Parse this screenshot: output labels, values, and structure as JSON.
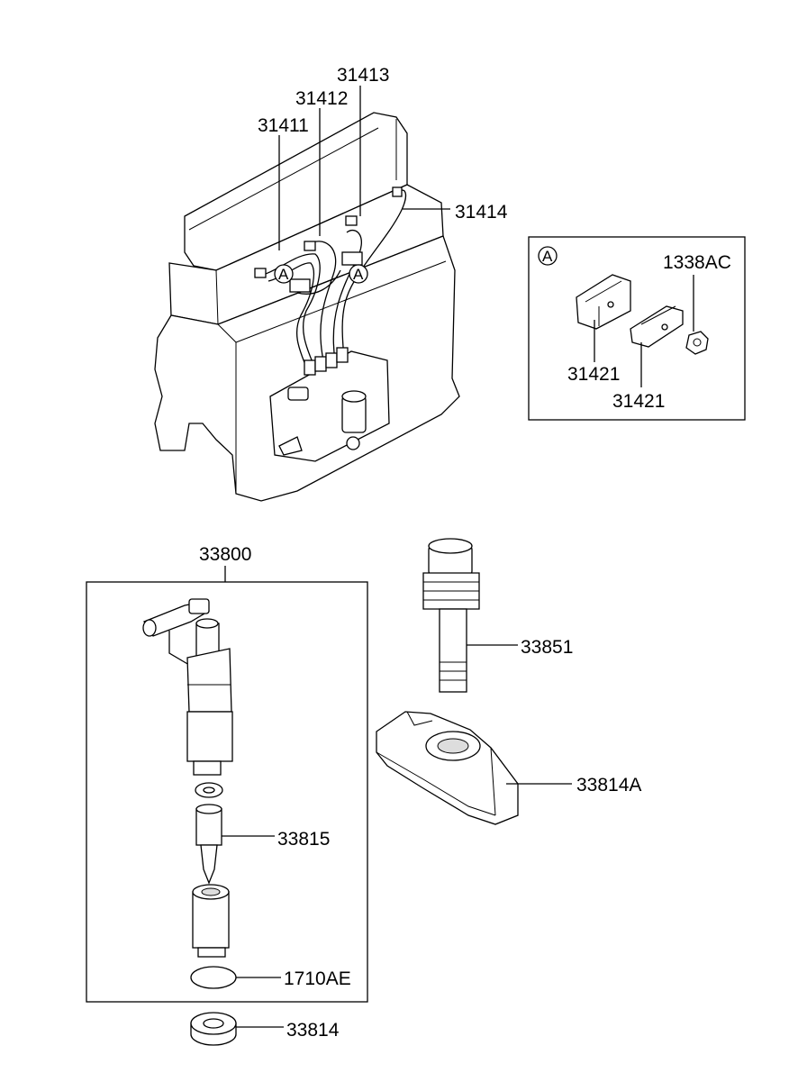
{
  "callout_marker": "A",
  "labels": {
    "p31411": "31411",
    "p31412": "31412",
    "p31413": "31413",
    "p31414": "31414",
    "p1338AC": "1338AC",
    "p31421a": "31421",
    "p31421b": "31421",
    "p33800": "33800",
    "p33851": "33851",
    "p33814A": "33814A",
    "p33815": "33815",
    "p1710AE": "1710AE",
    "p33814": "33814"
  }
}
